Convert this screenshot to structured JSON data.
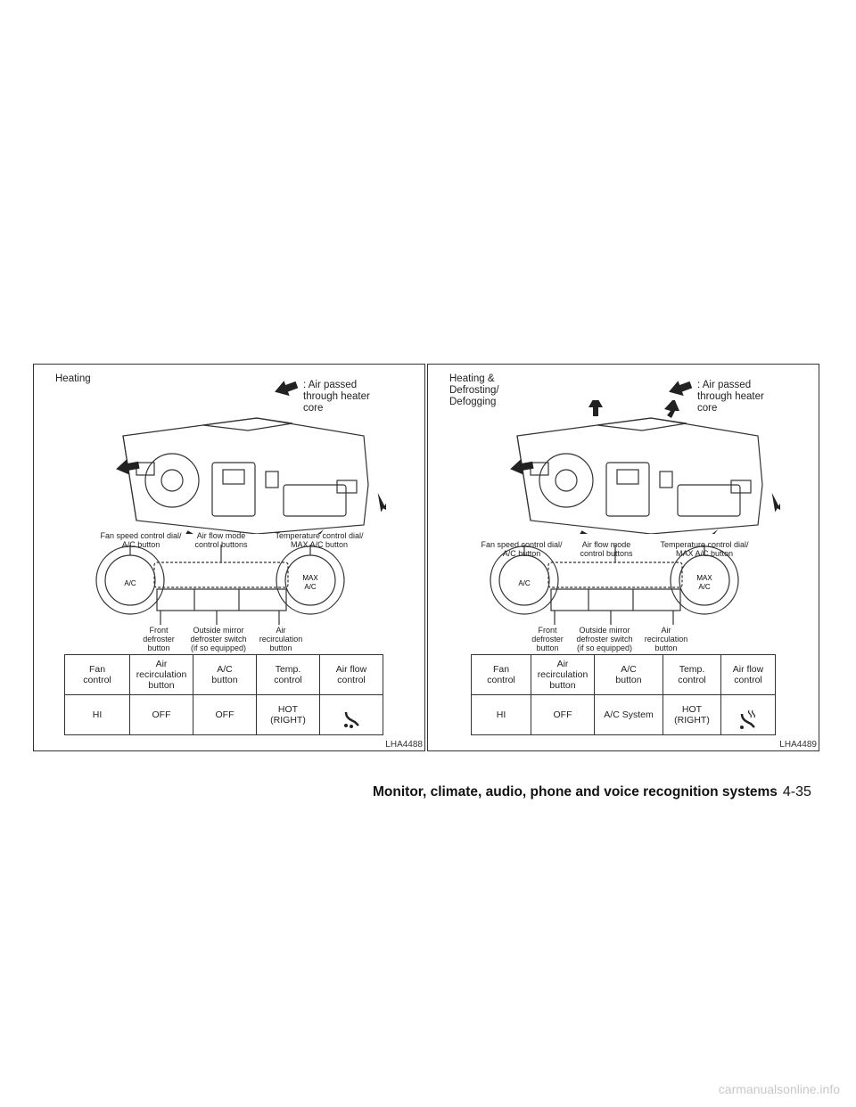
{
  "panels": [
    {
      "title": "Heating",
      "legend": ": Air passed\n   through heater\n   core",
      "labels": {
        "fan_speed": "Fan speed control dial/\nA/C button",
        "air_flow_mode": "Air flow mode\ncontrol buttons",
        "temp_control": "Temperature control dial/\nMAX A/C button",
        "front_defroster": "Front\ndefroster\nbutton",
        "mirror_defroster": "Outside mirror\ndefroster switch\n(if so equipped)",
        "air_recirc": "Air\nrecirculation\nbutton"
      },
      "dial_left_text": "A/C",
      "dial_right_text": "MAX\nA/C",
      "table": {
        "headers": [
          "Fan\ncontrol",
          "Air\nrecirculation\nbutton",
          "A/C\nbutton",
          "Temp.\ncontrol",
          "Air flow\ncontrol"
        ],
        "values": [
          "HI",
          "OFF",
          "OFF",
          "HOT\n(RIGHT)"
        ],
        "airflow_icon": "foot-vent-icon"
      },
      "code": "LHA4488"
    },
    {
      "title": "Heating &\nDefrosting/\nDefogging",
      "legend": ": Air passed\n   through heater\n   core",
      "labels": {
        "fan_speed": "Fan speed control dial/\nA/C button",
        "air_flow_mode": "Air flow mode\ncontrol buttons",
        "temp_control": "Temperature control dial/\nMAX A/C button",
        "front_defroster": "Front\ndefroster\nbutton",
        "mirror_defroster": "Outside mirror\ndefroster switch\n(if so equipped)",
        "air_recirc": "Air\nrecirculation\nbutton"
      },
      "dial_left_text": "A/C",
      "dial_right_text": "MAX\nA/C",
      "table": {
        "headers": [
          "Fan\ncontrol",
          "Air\nrecirculation\nbutton",
          "A/C\nbutton",
          "Temp.\ncontrol",
          "Air flow\ncontrol"
        ],
        "values": [
          "HI",
          "OFF",
          "A/C System",
          "HOT\n(RIGHT)"
        ],
        "airflow_icon": "defrost-foot-icon"
      },
      "code": "LHA4489"
    }
  ],
  "footer": {
    "section_title": "Monitor, climate, audio, phone and voice recognition systems",
    "page_number": "4-35"
  },
  "watermark": "carmanualsonline.info"
}
